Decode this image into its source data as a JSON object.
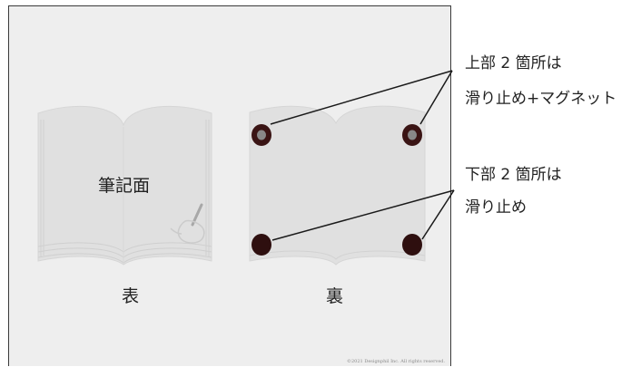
{
  "labels": {
    "upper_line1": "上部 2 箇所は",
    "upper_line2": "滑り止め+マグネット",
    "lower_line1": "下部 2 箇所は",
    "lower_line2": "滑り止め",
    "front_page_text": "筆記面",
    "front_caption": "表",
    "back_caption": "裏",
    "copyright": "©2021 Designphil Inc. All rights reserved."
  },
  "colors": {
    "frame_bg": "#eeeeee",
    "book_fill": "#e0e0e0",
    "book_line": "#d2d2d2",
    "magnet_dark": "#3a1414",
    "magnet_core": "#888888",
    "pointer_line": "#1a1a1a"
  },
  "icons": {
    "pen_hand": "writing-hand-icon"
  }
}
